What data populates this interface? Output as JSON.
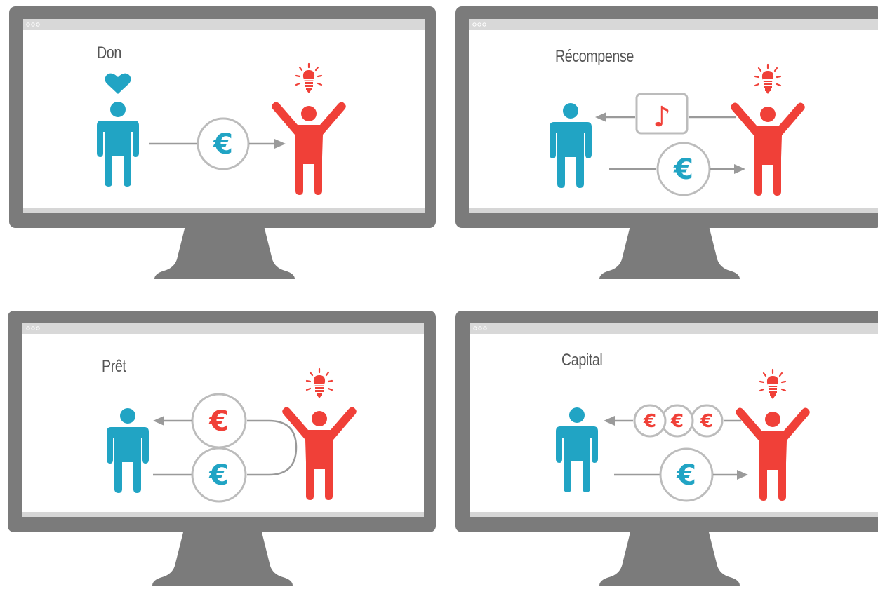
{
  "panels": [
    {
      "title": "Don"
    },
    {
      "title": "Récompense"
    },
    {
      "title": "Prêt"
    },
    {
      "title": "Capital"
    }
  ],
  "currency_symbol": "€",
  "note_symbol": "♪",
  "colors": {
    "frame": "#7b7b7b",
    "titlebar": "#d8d8d8",
    "screen": "#ffffff",
    "bottom_strip": "#d6d6d6",
    "backer": "#21a4c4",
    "creator": "#f04038",
    "arrow": "#9a9a9a",
    "coin_border": "#bcbcbc"
  },
  "icons": {
    "backer": "person-icon",
    "creator": "person-arms-raised-icon",
    "idea": "lightbulb-icon",
    "love": "heart-icon",
    "reward": "music-note-icon",
    "money": "euro-coin-icon"
  }
}
